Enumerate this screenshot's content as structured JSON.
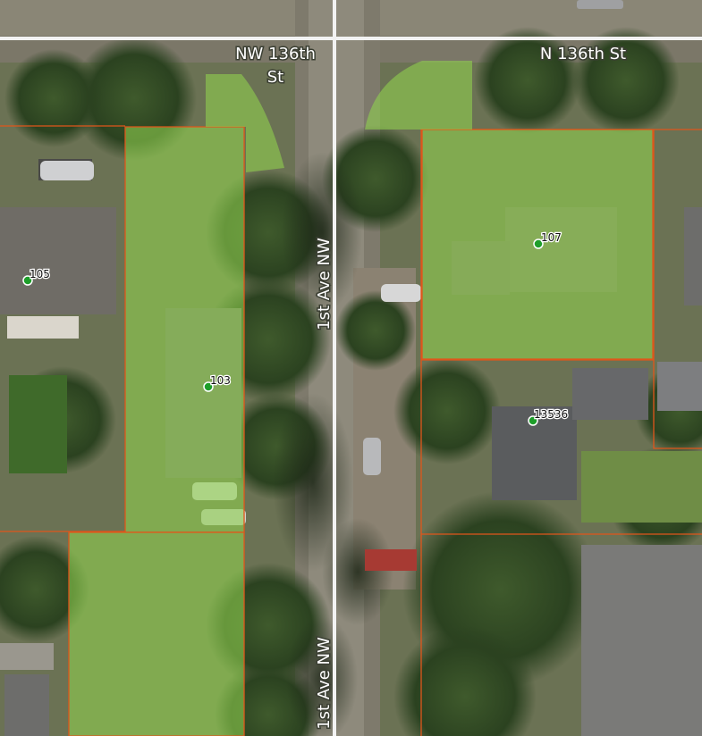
{
  "map": {
    "streets": {
      "nw_136th_line1": "NW 136th",
      "nw_136th_line2": "St",
      "n_136th": "N 136th St",
      "ave_upper": "1st Ave NW",
      "ave_lower": "1st Ave NW"
    },
    "addresses": {
      "a105": "105",
      "a103": "103",
      "a107": "107",
      "a13536": "13536"
    },
    "colors": {
      "parcel_fill": "#8fd14f",
      "parcel_line": "#e0561b",
      "point": "#1e9e2a",
      "road_line": "#f2f2f2"
    }
  }
}
